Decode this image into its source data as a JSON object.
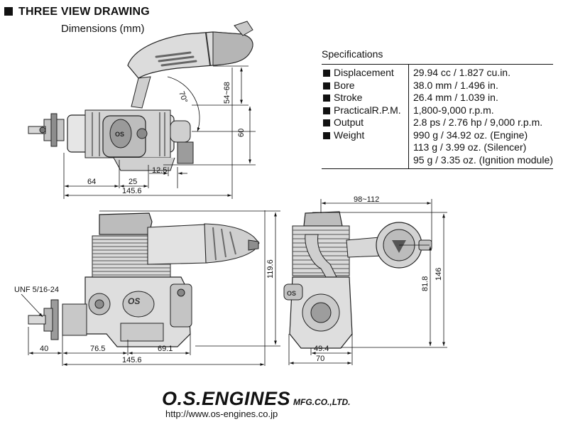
{
  "header": {
    "title": "THREE VIEW DRAWING",
    "subtitle": "Dimensions (mm)"
  },
  "specifications": {
    "title": "Specifications",
    "rows": [
      {
        "label": "Displacement",
        "values": [
          "29.94 cc / 1.827 cu.in."
        ]
      },
      {
        "label": "Bore",
        "values": [
          "38.0 mm / 1.496 in."
        ]
      },
      {
        "label": "Stroke",
        "values": [
          "26.4 mm / 1.039 in."
        ]
      },
      {
        "label": "PracticalR.P.M.",
        "values": [
          "1,800-9,000 r.p.m."
        ]
      },
      {
        "label": "Output",
        "values": [
          "2.8 ps / 2.76 hp / 9,000 r.p.m."
        ]
      },
      {
        "label": "Weight",
        "values": [
          "990 g / 34.92 oz. (Engine)",
          "113 g / 3.99 oz. (Silencer)",
          "95 g / 3.35 oz. (Ignition module)"
        ]
      }
    ]
  },
  "dimensions": {
    "top_view": {
      "d64": "64",
      "d25": "25",
      "d12_5": "12.5",
      "d145_6": "145.6",
      "d54_68": "54~68",
      "d60": "60",
      "angle": "70°"
    },
    "side_view": {
      "unf": "UNF 5/16-24",
      "d40": "40",
      "d76_5": "76.5",
      "d69_1": "69.1",
      "d145_6": "145.6",
      "d119_6": "119.6"
    },
    "front_view": {
      "d98_112": "98~112",
      "d81_8": "81.8",
      "d146": "146",
      "d49_4": "49.4",
      "d70": "70"
    }
  },
  "logo": {
    "name": "O.S.ENGINES",
    "suffix": "MFG.CO.,LTD."
  },
  "url": "http://www.os-engines.co.jp"
}
